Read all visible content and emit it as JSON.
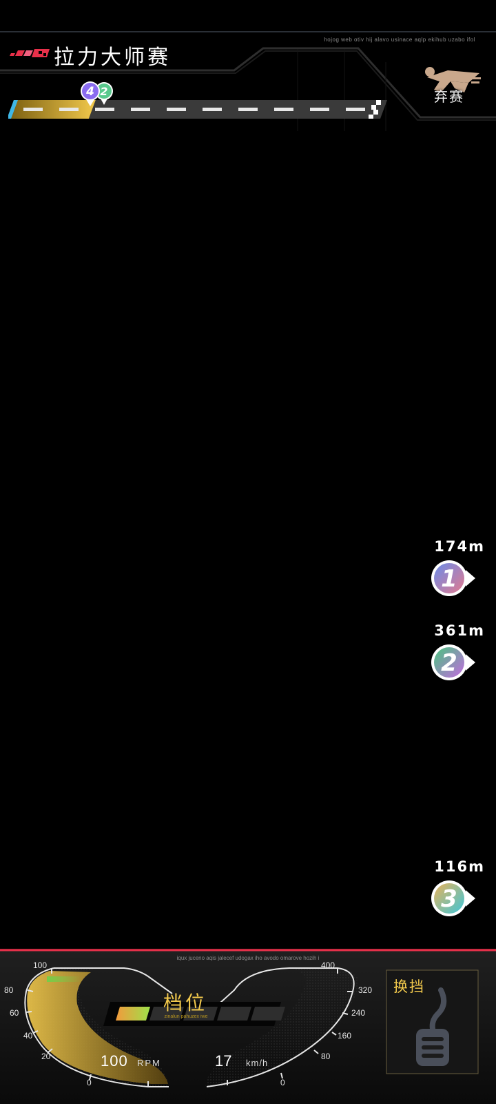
{
  "top_hud": {
    "race_title": "拉力大师赛",
    "fine_print": "hojog web otiv hij alavo usinace aqlp ekihub uzabo ifol",
    "quit_label": "弃赛",
    "quit_icon": "running-person-icon",
    "progress": {
      "player_fraction": 0.22,
      "markers": [
        {
          "rank": "4",
          "color": "#8a6cf0"
        },
        {
          "rank": "2",
          "color": "#59c98d"
        }
      ]
    }
  },
  "opponents": [
    {
      "rank": "1",
      "distance": "174m",
      "color_a": "#6a8ce8",
      "color_b": "#e37a8f"
    },
    {
      "rank": "2",
      "distance": "361m",
      "color_a": "#49c47e",
      "color_b": "#c36ae0"
    },
    {
      "rank": "3",
      "distance": "116m",
      "color_a": "#e8b25a",
      "color_b": "#3fc6d8"
    }
  ],
  "dashboard": {
    "fine_print": "iqux juceno aqis jalecef udogax iho avodo omarove hozih i",
    "rpm_ticks": [
      "100",
      "80",
      "60",
      "40",
      "20",
      "0"
    ],
    "speed_ticks": [
      "400",
      "320",
      "240",
      "160",
      "80",
      "0"
    ],
    "gear_title": "档位",
    "gear_sub": "zinalun pahuzex iwe",
    "gear_level": 1,
    "gear_total": 5,
    "rpm_value": "100",
    "rpm_unit": "RPM",
    "speed_value": "17",
    "speed_unit": "km/h",
    "rpm_fill_fraction": 0.8,
    "shift_label": "换挡",
    "shift_icon": "gear-shift-stick-icon"
  },
  "colors": {
    "accent_yellow": "#f2c94c",
    "accent_red": "#e8304a",
    "accent_cyan": "#3fb7e6"
  }
}
